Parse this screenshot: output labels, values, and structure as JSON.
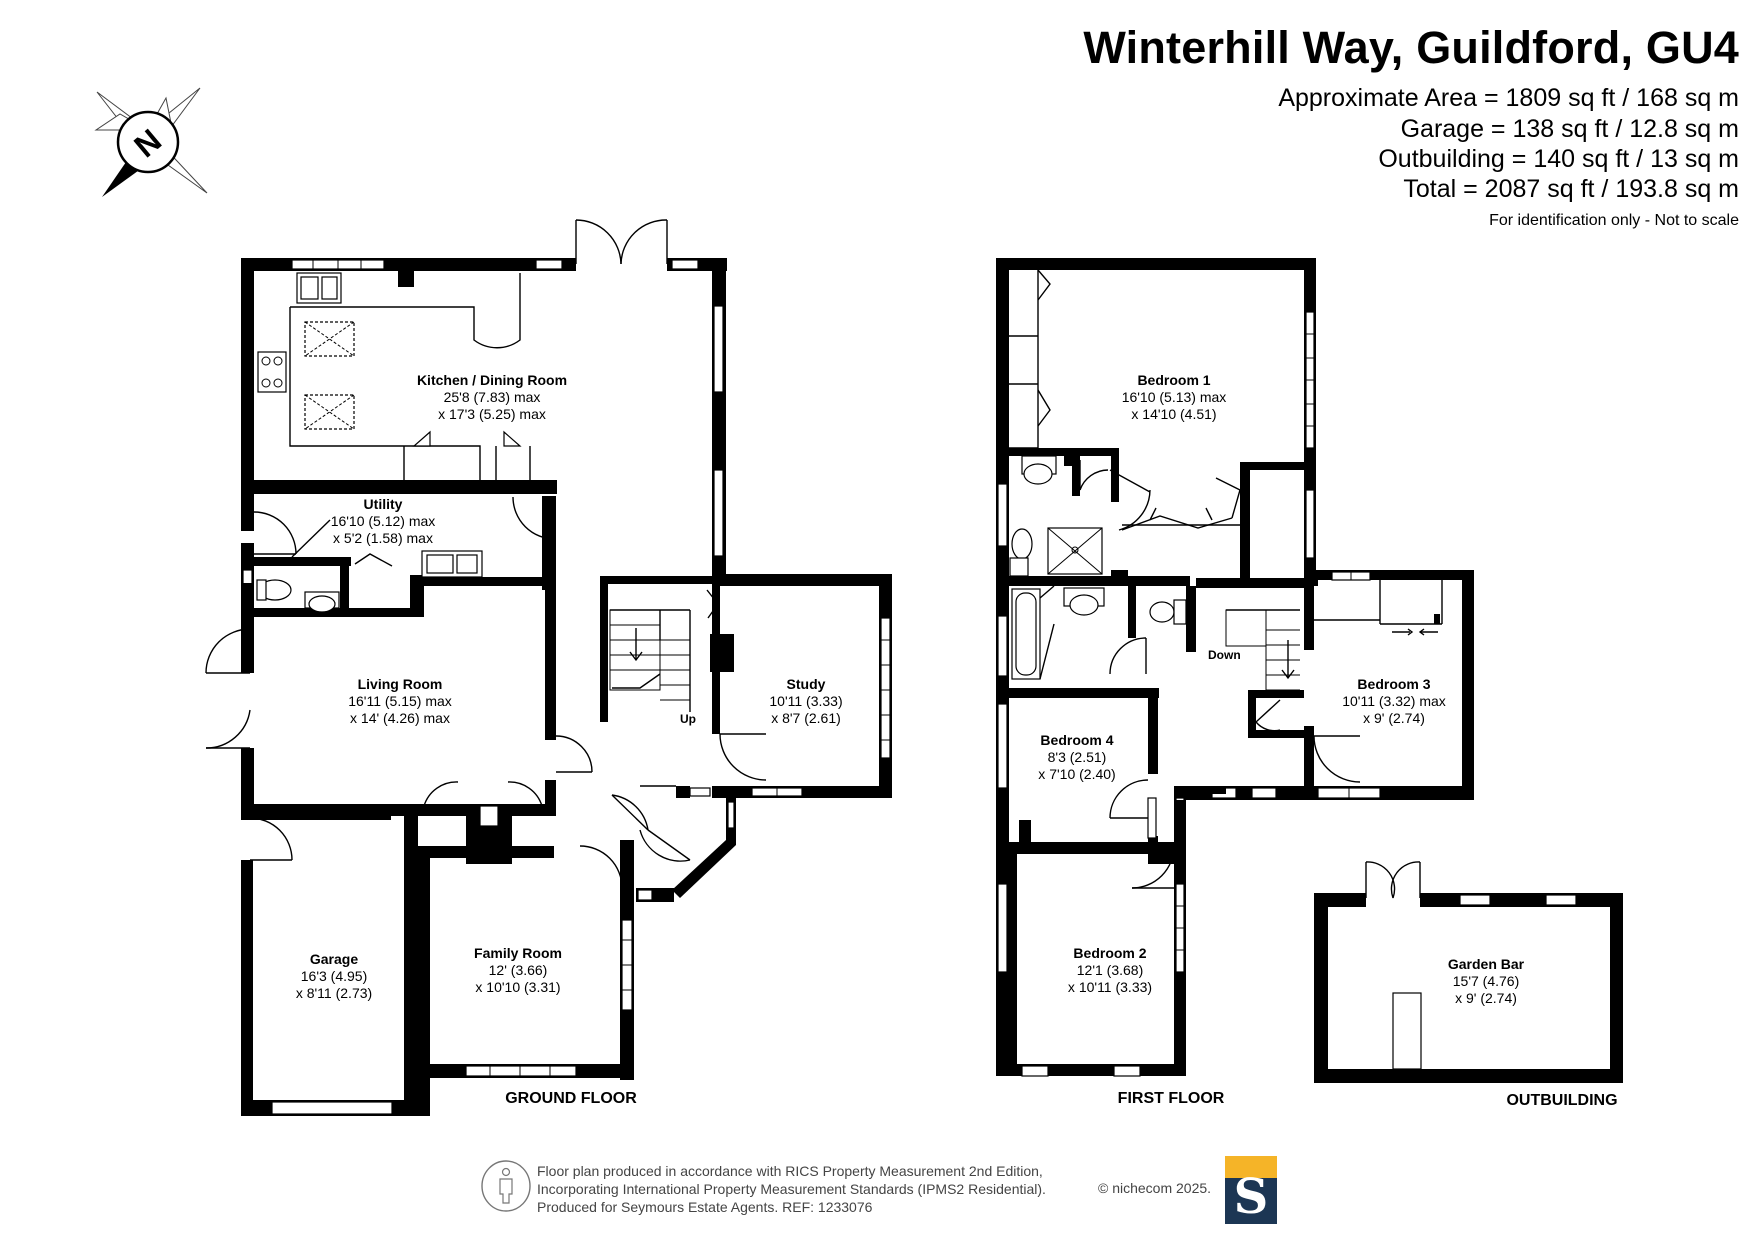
{
  "header": {
    "title": "Winterhill Way, Guildford, GU4",
    "approx_area": "Approximate Area = 1809 sq ft / 168 sq m",
    "garage_area": "Garage = 138 sq ft / 12.8 sq m",
    "outbuilding_area": "Outbuilding = 140 sq ft / 13 sq m",
    "total_area": "Total = 2087 sq ft / 193.8 sq m",
    "note": "For identification only - Not to scale"
  },
  "compass": {
    "label": "N",
    "icon": "compass-north-icon"
  },
  "rooms": {
    "kitchen": {
      "name": "Kitchen / Dining Room",
      "dim1": "25'8 (7.83) max",
      "dim2": "x 17'3 (5.25) max"
    },
    "utility": {
      "name": "Utility",
      "dim1": "16'10 (5.12) max",
      "dim2": "x 5'2 (1.58) max"
    },
    "living": {
      "name": "Living Room",
      "dim1": "16'11 (5.15) max",
      "dim2": "x 14' (4.26) max"
    },
    "study": {
      "name": "Study",
      "dim1": "10'11 (3.33)",
      "dim2": "x 8'7 (2.61)"
    },
    "garage": {
      "name": "Garage",
      "dim1": "16'3 (4.95)",
      "dim2": "x 8'11 (2.73)"
    },
    "family": {
      "name": "Family Room",
      "dim1": "12' (3.66)",
      "dim2": "x 10'10 (3.31)"
    },
    "bedroom1": {
      "name": "Bedroom 1",
      "dim1": "16'10 (5.13) max",
      "dim2": "x 14'10 (4.51)"
    },
    "bedroom2": {
      "name": "Bedroom 2",
      "dim1": "12'1 (3.68)",
      "dim2": "x 10'11 (3.33)"
    },
    "bedroom3": {
      "name": "Bedroom 3",
      "dim1": "10'11 (3.32) max",
      "dim2": "x 9' (2.74)"
    },
    "bedroom4": {
      "name": "Bedroom 4",
      "dim1": "8'3 (2.51)",
      "dim2": "x 7'10 (2.40)"
    },
    "gardenbar": {
      "name": "Garden Bar",
      "dim1": "15'7 (4.76)",
      "dim2": "x 9' (2.74)"
    }
  },
  "stairs": {
    "up": "Up",
    "down": "Down"
  },
  "floors": {
    "ground": "GROUND FLOOR",
    "first": "FIRST FLOOR",
    "outbuilding": "OUTBUILDING"
  },
  "footer": {
    "line1": "Floor plan produced in accordance with RICS Property Measurement 2nd Edition,",
    "line2": "Incorporating International Property Measurement Standards (IPMS2 Residential).",
    "line3": "Produced for Seymours Estate Agents.   REF: 1233076",
    "copyright": "© nichecom 2025.",
    "logo_letter": "S",
    "logo_colors": {
      "navy": "#1c3654",
      "gold": "#f5b428"
    }
  }
}
